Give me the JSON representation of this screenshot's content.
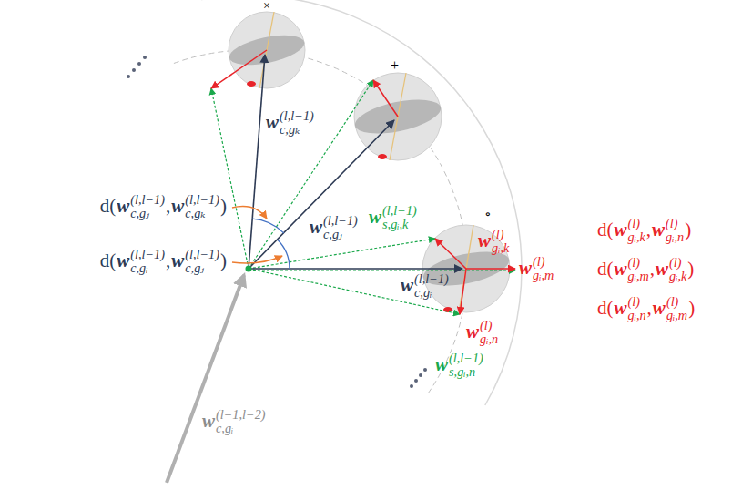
{
  "diagram": {
    "labels": [
      "×",
      "+",
      "∘",
      "w",
      "(l,l−1)",
      "c,gₖ",
      "w",
      "(l,l−1)",
      "c,gⱼ",
      "w",
      "(l,l−1)",
      "s,gᵢ,k",
      "w",
      "(l)",
      "gᵢ,k",
      "w",
      "(l)",
      "gᵢ,m",
      "w",
      "(l,l−1)",
      "c,gᵢ",
      "w",
      "(l)",
      "gᵢ,n",
      "w",
      "(l,l−1)",
      "s,gᵢ,n",
      "w",
      "(l−1,l−2)",
      "c,gᵢ",
      "d(",
      "w",
      "(l,l−1)",
      "c,gⱼ",
      ",",
      "w",
      "(l,l−1)",
      "c,gₖ",
      ")",
      "d(",
      "w",
      "(l,l−1)",
      "c,gᵢ",
      ",",
      "w",
      "(l,l−1)",
      "c,gⱼ",
      ")",
      "d(",
      "w",
      "(l)",
      "gᵢ,k",
      ",",
      "w",
      "(l)",
      "gᵢ,n",
      ")",
      "d(",
      "w",
      "(l)",
      "gᵢ,m",
      ",",
      "w",
      "(l)",
      "gᵢ,k",
      ")",
      "d(",
      "w",
      "(l)",
      "gᵢ,n",
      ",",
      "w",
      "(l)",
      "gᵢ,m",
      ")"
    ]
  }
}
